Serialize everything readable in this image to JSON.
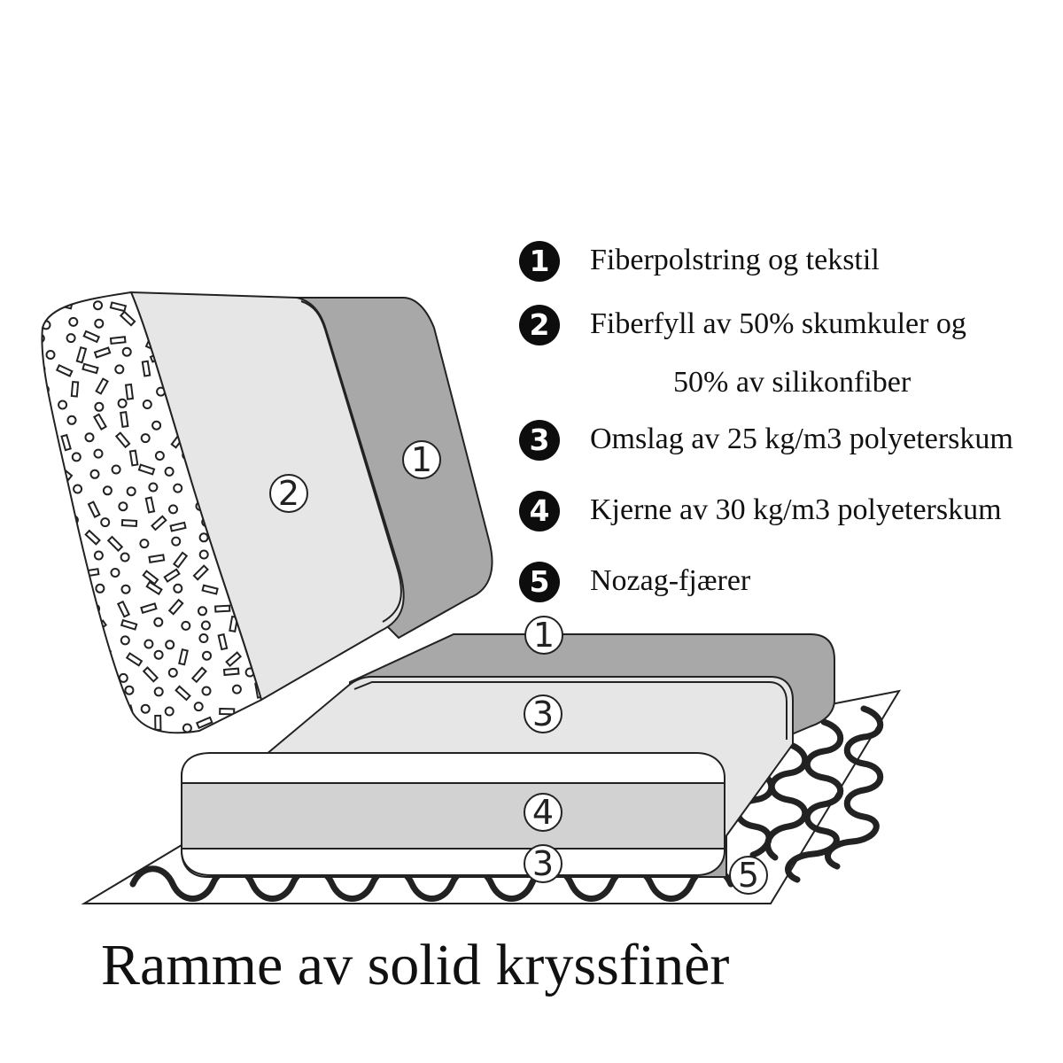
{
  "legend": [
    {
      "num": "1",
      "text": "Fiberpolstring og tekstil"
    },
    {
      "num": "2",
      "text": "Fiberfyll av 50% skumkuler og",
      "continuation": "50% av silikonfiber"
    },
    {
      "num": "3",
      "text": "Omslag av 25 kg/m3 polyeterskum"
    },
    {
      "num": "4",
      "text": "Kjerne av 30 kg/m3 polyeterskum"
    },
    {
      "num": "5",
      "text": "Nozag-fjærer"
    }
  ],
  "caption": "Ramme av solid kryssfinèr",
  "diagram_labels": {
    "back_cover": "1",
    "back_fill": "2",
    "seat_cover": "1",
    "seat_wrap_top": "3",
    "seat_core": "4",
    "seat_wrap_bottom": "3",
    "springs": "5"
  },
  "colors": {
    "cover_gray": "#a8a8a8",
    "light_gray": "#e6e6e6",
    "mid_gray": "#d2d2d2",
    "outline": "#222222",
    "bullet": "#0d0d0d"
  }
}
